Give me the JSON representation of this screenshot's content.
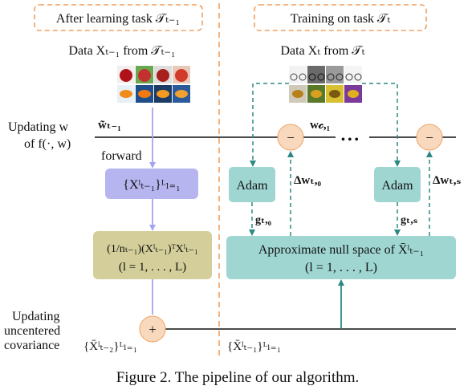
{
  "header": {
    "left": "After learning task 𝒯ₜ₋₁",
    "right": "Training on task 𝒯ₜ"
  },
  "data_labels": {
    "prev": "Data Xₜ₋₁ from 𝒯ₜ₋₁",
    "curr": "Data Xₜ from 𝒯ₜ"
  },
  "images": {
    "prev_top": [
      "apple",
      "apple",
      "apple",
      "apple"
    ],
    "prev_bottom": [
      "goldfish",
      "goldfish",
      "goldfish",
      "goldfish"
    ],
    "curr_top": [
      "bicycle",
      "bicycle",
      "bicycle",
      "bicycle"
    ],
    "curr_bottom": [
      "bee",
      "bee",
      "bee",
      "bee"
    ]
  },
  "rows": {
    "updating_w_line1": "Updating w",
    "updating_w_line2": "of f(·, w)",
    "updating_cov_line1": "Updating",
    "updating_cov_line2": "uncentered",
    "updating_cov_line3": "covariance"
  },
  "labels": {
    "w_prev": "w̃ₜ₋₁",
    "w_c1": "w𝒸,₁",
    "dots": "• • •",
    "forward": "forward",
    "features": "{Xˡₜ₋₁}ᴸₗ₌₁",
    "cov_line1": "(1/nₜ₋₁)(Xˡₜ₋₁)ᵀXˡₜ₋₁",
    "cov_line2": "(l = 1, . . . , L)",
    "adam": "Adam",
    "dw0": "Δwₜ,₀",
    "dws": "Δwₜ,ₛ",
    "g0": "gₜ,₀",
    "gs": "gₜ,ₛ",
    "nullspace_line1": "Approximate null space of X̄ˡₜ₋₁",
    "nullspace_line2": "(l  =  1, . . . , L)",
    "minus": "−",
    "plus": "+",
    "cov_prev": "{X̄ˡₜ₋₂}ᴸₗ₌₁",
    "cov_curr": "{X̄ˡₜ₋₁}ᴸₗ₌₁"
  },
  "caption": "Figure 2. The pipeline of our algorithm.",
  "colors": {
    "orange": "#f0a060",
    "teal": "#2a8a80",
    "teal_fill": "#9fd6d2",
    "purple_fill": "#b7b5f0",
    "purple_line": "#a6a4ee",
    "olive_fill": "#d4cf9a",
    "circle_fill": "#f9d9bd"
  }
}
